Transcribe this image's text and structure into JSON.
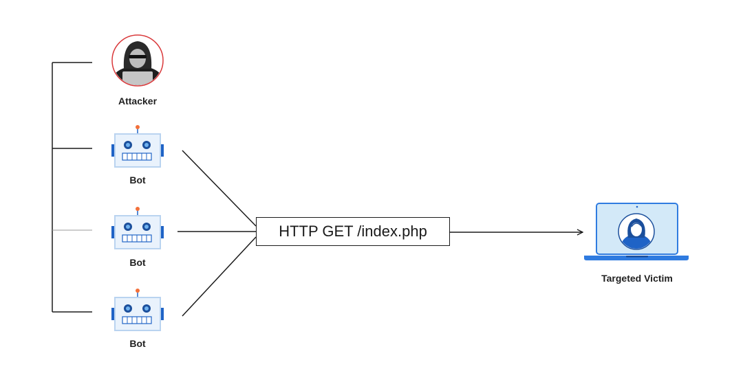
{
  "nodes": {
    "attacker": {
      "label": "Attacker"
    },
    "bots": [
      {
        "label": "Bot"
      },
      {
        "label": "Bot"
      },
      {
        "label": "Bot"
      }
    ],
    "request": {
      "label": "HTTP GET /index.php"
    },
    "victim": {
      "label": "Targeted Victim"
    }
  },
  "colors": {
    "line": "#1a1a1a",
    "attacker_ring": "#d9383a",
    "bot_frame": "#b9d3f0",
    "bot_accent": "#1f63c6",
    "bot_antenna": "#f3703a",
    "laptop_frame": "#2f7be0",
    "laptop_screen": "#d3e9f8"
  }
}
